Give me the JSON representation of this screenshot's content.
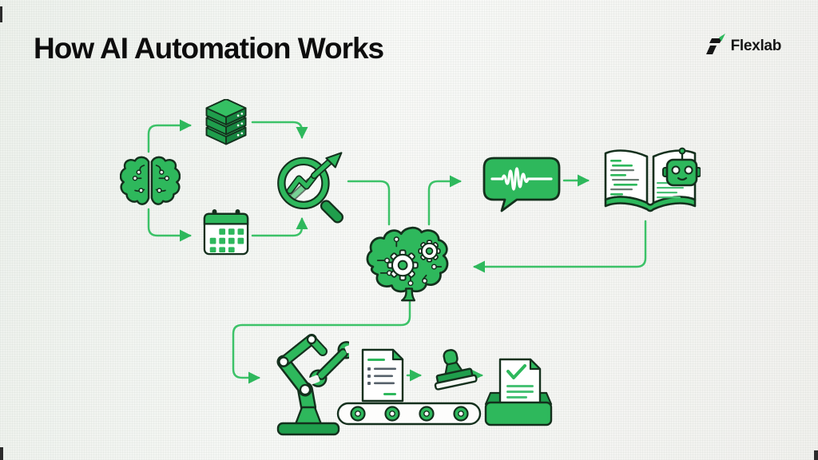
{
  "page": {
    "title": "How AI Automation Works"
  },
  "brand": {
    "name": "Flexlab",
    "logo_icon": "flexlab-mark-icon"
  },
  "colors": {
    "primary_green": "#2EB85C",
    "mid_green": "#1F9E4C",
    "deep_green": "#178540",
    "outline_dark": "#14301D",
    "connector_green": "#3CC268",
    "title_text": "#0D0D0D",
    "background": "#F2F4F1",
    "paper_white": "#FFFFFF"
  },
  "diagram": {
    "nodes": [
      {
        "id": "input-brain",
        "icon": "brain-icon"
      },
      {
        "id": "data-storage",
        "icon": "server-stack-icon"
      },
      {
        "id": "schedule",
        "icon": "calendar-icon"
      },
      {
        "id": "analysis",
        "icon": "magnifier-chart-icon"
      },
      {
        "id": "ai-core",
        "icon": "brain-gears-icon"
      },
      {
        "id": "voice-message",
        "icon": "speech-waveform-icon"
      },
      {
        "id": "knowledge-base",
        "icon": "book-robot-icon"
      },
      {
        "id": "robotic-arm",
        "icon": "robot-arm-icon"
      },
      {
        "id": "processed-document",
        "icon": "document-icon"
      },
      {
        "id": "conveyor",
        "icon": "conveyor-belt-icon"
      },
      {
        "id": "approval-stamp",
        "icon": "stamp-icon"
      },
      {
        "id": "approved-output",
        "icon": "inbox-tray-check-icon"
      }
    ],
    "connections": [
      {
        "from": "input-brain",
        "to": "data-storage"
      },
      {
        "from": "input-brain",
        "to": "schedule"
      },
      {
        "from": "data-storage",
        "to": "analysis"
      },
      {
        "from": "schedule",
        "to": "analysis"
      },
      {
        "from": "analysis",
        "to": "ai-core"
      },
      {
        "from": "ai-core",
        "to": "voice-message"
      },
      {
        "from": "voice-message",
        "to": "knowledge-base"
      },
      {
        "from": "knowledge-base",
        "to": "ai-core"
      },
      {
        "from": "ai-core",
        "to": "robotic-arm"
      },
      {
        "from": "processed-document",
        "to": "approval-stamp"
      },
      {
        "from": "approval-stamp",
        "to": "approved-output"
      }
    ]
  }
}
